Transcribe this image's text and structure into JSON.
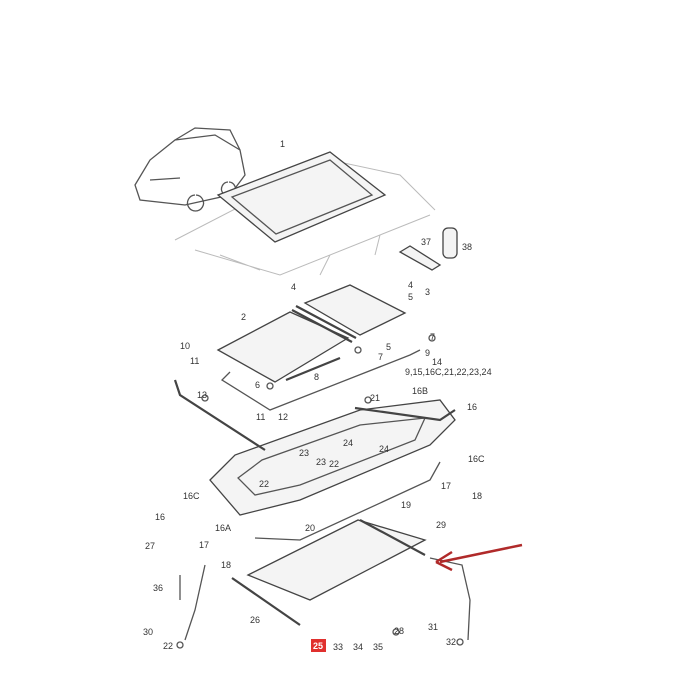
{
  "diagram": {
    "highlighted_part": "25",
    "highlight_color": "#e0302e",
    "arrow_color": "#b02a2a",
    "labels": [
      "1",
      "37",
      "38",
      "4",
      "4",
      "5",
      "3",
      "2",
      "5",
      "7",
      "7",
      "9",
      "14",
      "9,15,16C,21,22,23,24",
      "10",
      "11",
      "8",
      "6",
      "13",
      "21",
      "16B",
      "16",
      "11",
      "12",
      "24",
      "23",
      "22",
      "23",
      "22",
      "24",
      "16C",
      "17",
      "18",
      "19",
      "16C",
      "16",
      "16A",
      "20",
      "29",
      "27",
      "17",
      "18",
      "36",
      "26",
      "28",
      "31",
      "30",
      "22",
      "32",
      "25",
      "33",
      "34",
      "35"
    ]
  }
}
